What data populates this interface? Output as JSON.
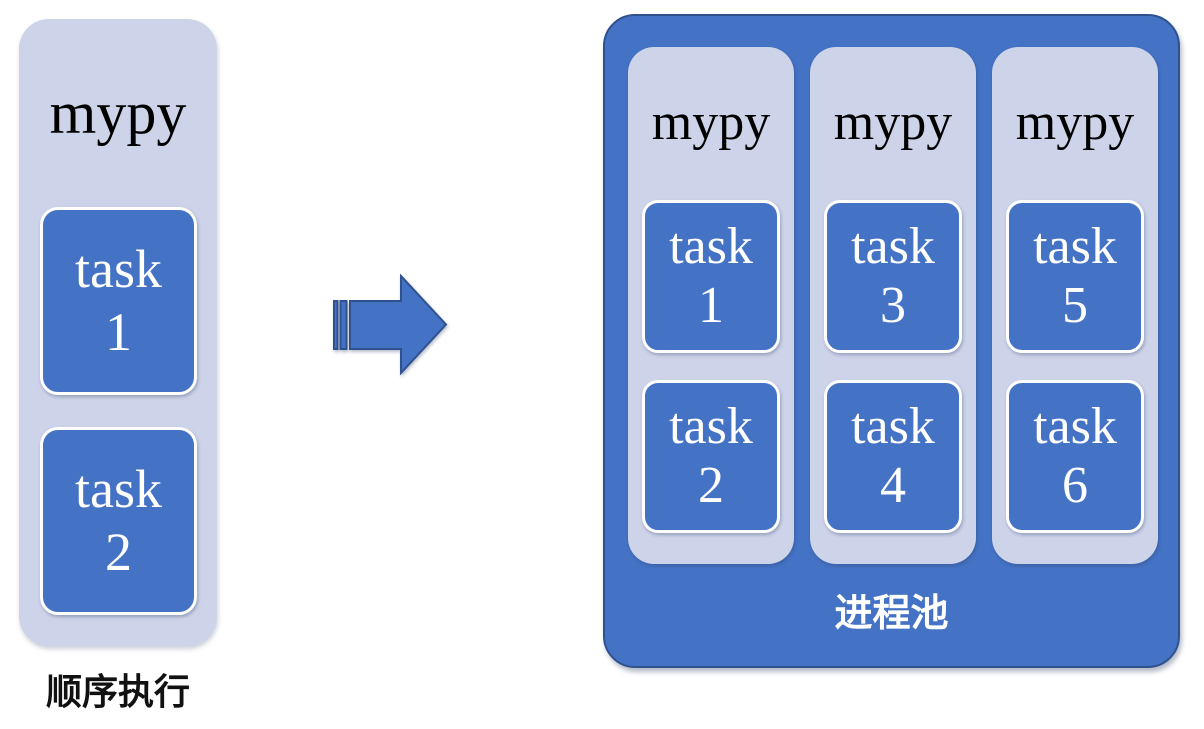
{
  "colors": {
    "panel_light": "#CDD3E8",
    "box_blue": "#4472C4",
    "outline_dark": "#2F528F",
    "task_text": "#FFFFFF",
    "title_text": "#000000",
    "caption_text": "#111111"
  },
  "left": {
    "title": "mypy",
    "tasks": [
      {
        "word": "task",
        "num": "1"
      },
      {
        "word": "task",
        "num": "2"
      }
    ],
    "caption": "顺序执行"
  },
  "arrow": {
    "icon": "striped-right-arrow"
  },
  "right": {
    "pool_label": "进程池",
    "columns": [
      {
        "title": "mypy",
        "tasks": [
          {
            "word": "task",
            "num": "1"
          },
          {
            "word": "task",
            "num": "2"
          }
        ]
      },
      {
        "title": "mypy",
        "tasks": [
          {
            "word": "task",
            "num": "3"
          },
          {
            "word": "task",
            "num": "4"
          }
        ]
      },
      {
        "title": "mypy",
        "tasks": [
          {
            "word": "task",
            "num": "5"
          },
          {
            "word": "task",
            "num": "6"
          }
        ]
      }
    ]
  }
}
